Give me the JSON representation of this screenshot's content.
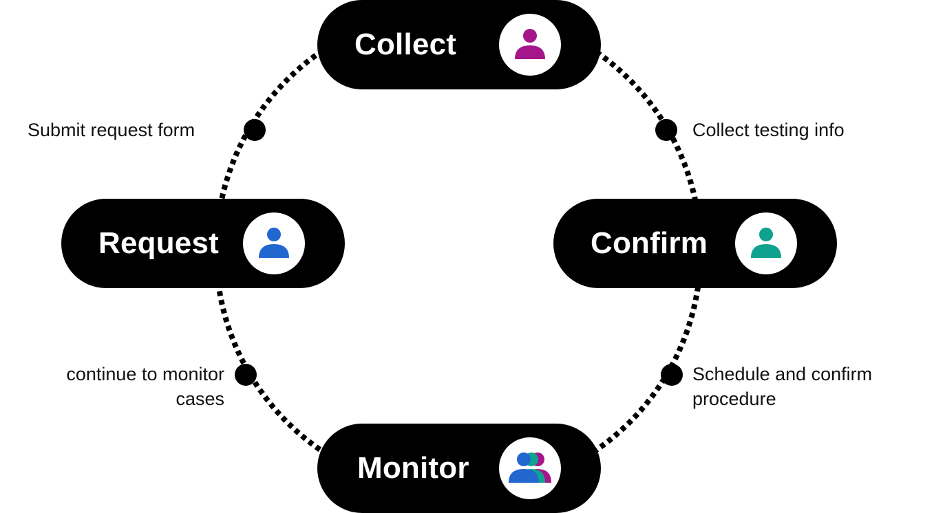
{
  "colors": {
    "pill_background": "#000000",
    "pill_text": "#ffffff",
    "collect_person": "#a6168b",
    "request_person": "#2266d0",
    "confirm_person": "#10a28e",
    "monitor_people": [
      "#2266d0",
      "#10a28e",
      "#a6168b"
    ],
    "connector": "#000000"
  },
  "nodes": {
    "collect": {
      "label": "Collect",
      "icon": "person-icon"
    },
    "request": {
      "label": "Request",
      "icon": "person-icon"
    },
    "confirm": {
      "label": "Confirm",
      "icon": "person-icon"
    },
    "monitor": {
      "label": "Monitor",
      "icon": "group-icon"
    }
  },
  "steps": {
    "request_to_collect": "Submit request form",
    "collect_to_confirm": "Collect testing info",
    "confirm_to_monitor": [
      "Schedule and confirm",
      "procedure"
    ],
    "monitor_to_request": [
      "continue to monitor",
      "cases"
    ]
  }
}
